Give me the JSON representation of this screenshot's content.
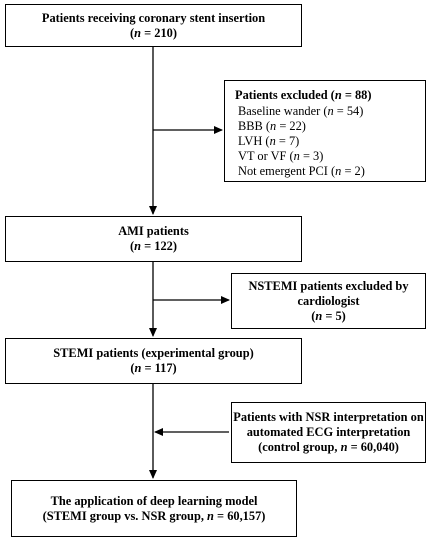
{
  "boxes": {
    "stent": {
      "title": "Patients receiving coronary stent insertion",
      "n_prefix": "(",
      "n_label": "n",
      "n_value": " = 210)"
    },
    "excluded": {
      "title_prefix": "Patients excluded (",
      "n_label": "n",
      "n_value": " = 88)",
      "items": [
        {
          "text": "Baseline wander (",
          "n_label": "n",
          "n_value": " = 54)"
        },
        {
          "text": "BBB (",
          "n_label": "n",
          "n_value": " = 22)"
        },
        {
          "text": "LVH (",
          "n_label": "n",
          "n_value": " = 7)"
        },
        {
          "text": "VT or VF (",
          "n_label": "n",
          "n_value": " = 3)"
        },
        {
          "text": "Not emergent PCI (",
          "n_label": "n",
          "n_value": " = 2)"
        }
      ]
    },
    "ami": {
      "title": "AMI patients",
      "n_prefix": "(",
      "n_label": "n",
      "n_value": " = 122)"
    },
    "nstemi": {
      "line1": "NSTEMI patients excluded by",
      "line2": "cardiologist",
      "n_prefix": "(",
      "n_label": "n",
      "n_value": " = 5)"
    },
    "stemi": {
      "title": "STEMI patients (experimental group)",
      "n_prefix": "(",
      "n_label": "n",
      "n_value": " = 117)"
    },
    "nsr": {
      "line1": "Patients with NSR interpretation on",
      "line2": "automated ECG interpretation",
      "line3_prefix": "(control group,  ",
      "n_label": "n",
      "n_value": " = 60,040)"
    },
    "dl": {
      "line1": "The application of deep learning model",
      "line2_prefix": "(STEMI group  vs.  NSR group, ",
      "n_label": "n",
      "n_value": " = 60,157)"
    }
  }
}
